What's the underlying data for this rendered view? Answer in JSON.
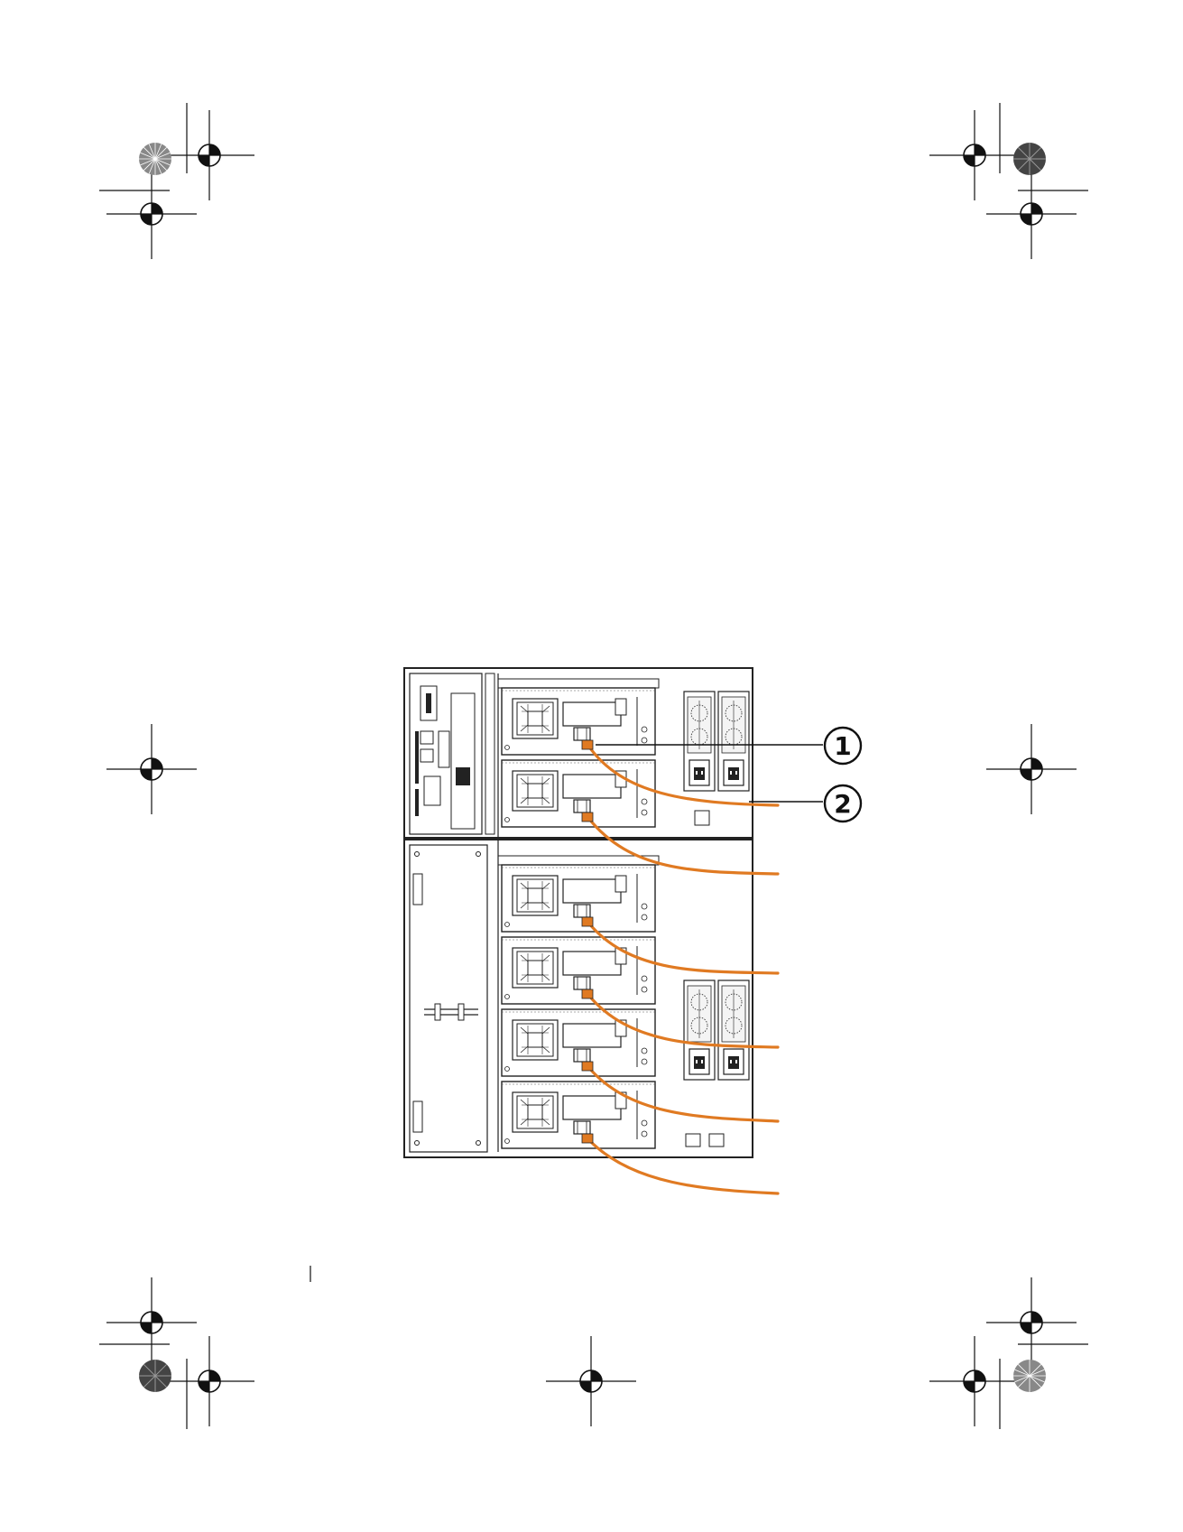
{
  "diagram": {
    "callouts": [
      {
        "label": "1",
        "target": "drive-connector"
      },
      {
        "label": "2",
        "target": "fibre-channel-cable"
      }
    ],
    "cable_color": "#e07a22",
    "line_color": "#1a1a1a",
    "drive_count": 6
  },
  "print_marks": {
    "registration_mark": "crosshair-target-icon",
    "color_wheel": "starburst-wheel-icon"
  }
}
